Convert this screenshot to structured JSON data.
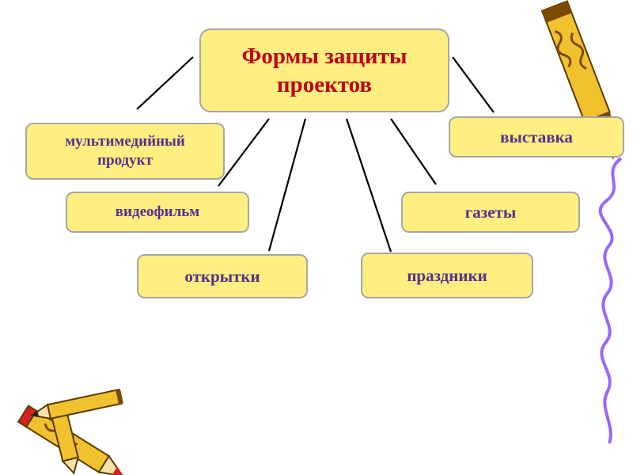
{
  "colors": {
    "box_fill": "#ffef80",
    "box_border": "#a6a6a6",
    "root_text": "#c0001a",
    "child_text": "#5a2d8c",
    "connector": "#000000",
    "wavy_line": "#9966ff",
    "pencil_body": "#f2c12e",
    "pencil_stripe": "#7a4a00",
    "pencil_tip_red": "#d81f1f",
    "pencil_tip_green": "#2f9a3e"
  },
  "diagram": {
    "root": {
      "label": "Формы защиты\nпроектов"
    },
    "children": [
      {
        "key": "multimedia",
        "label": "мультимедийный\nпродукт"
      },
      {
        "key": "exhibition",
        "label": "выставка"
      },
      {
        "key": "video",
        "label": "видеофильм"
      },
      {
        "key": "newspapers",
        "label": "газеты"
      },
      {
        "key": "postcards",
        "label": "открытки"
      },
      {
        "key": "holidays",
        "label": "праздники"
      }
    ]
  },
  "decorations": {
    "top_right": "pencil-icon",
    "bottom_left": "pencils-icon",
    "right_edge": "wavy-line"
  }
}
